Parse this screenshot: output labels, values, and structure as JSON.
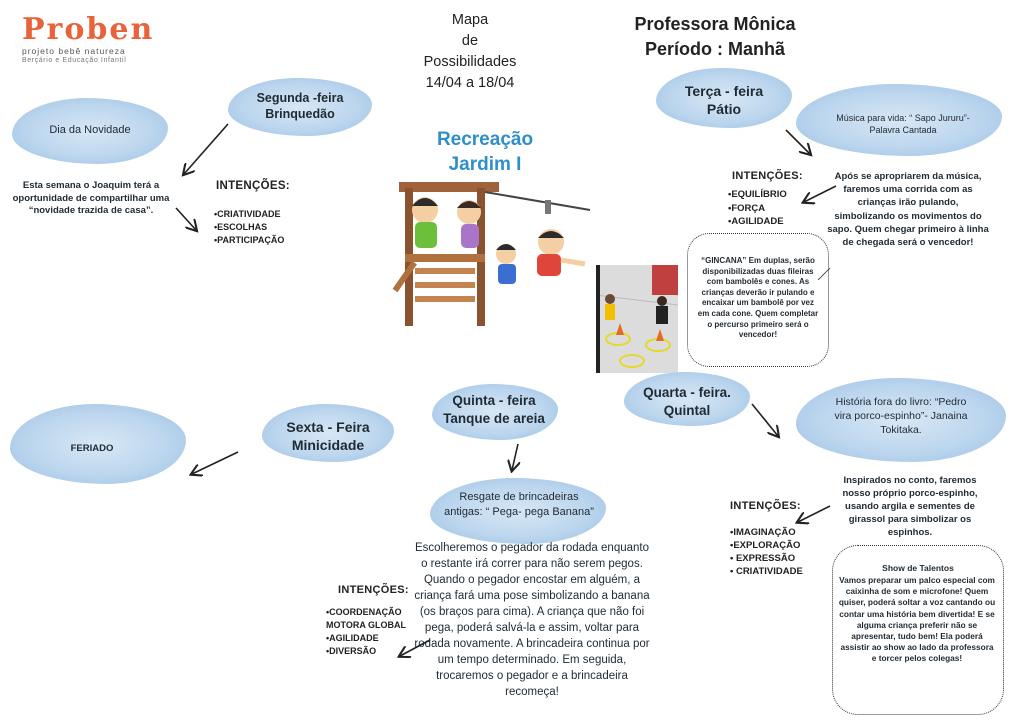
{
  "logo": {
    "title": "Proben",
    "subtitle": "projeto bebê natureza",
    "tagline": "Berçário e Educação Infantil"
  },
  "header": {
    "map_title_lines": [
      "Mapa",
      "de",
      "Possibilidades",
      "14/04 a 18/04"
    ],
    "teacher_line1": "Professora Mônica",
    "teacher_line2": "Período : Manhã"
  },
  "center": {
    "title_line1": "Recreação",
    "title_line2": "Jardim I"
  },
  "monday": {
    "day_line1": "Segunda -feira",
    "day_line2": "Brinquedão",
    "activity": "Dia da Novidade",
    "description": "Esta semana o Joaquim terá a oportunidade de compartilhar uma “novidade trazida de casa”.",
    "intentions_title": "INTENÇÕES:",
    "intentions": [
      "•CRIATIVIDADE",
      "•ESCOLHAS",
      "•PARTICIPAÇÃO"
    ]
  },
  "tuesday": {
    "day_line1": "Terça - feira",
    "day_line2": "Pátio",
    "activity": "Música para vida: “ Sapo Jururu”- Palavra Cantada",
    "description": "Após se apropriarem da música, faremos uma corrida com as crianças irão pulando, simbolizando os movimentos do sapo. Quem chegar primeiro à linha de chegada será o vencedor!",
    "intentions_title": "INTENÇÕES:",
    "intentions": [
      "•EQUILÍBRIO",
      "•FORÇA",
      "•AGILIDADE"
    ],
    "gincana": "“GINCANA” Em duplas, serão disponibilizadas duas fileiras com bambolês e cones. As crianças deverão ir pulando e encaixar um bambolê por vez em cada cone. Quem completar o percurso primeiro será o vencedor!"
  },
  "wednesday": {
    "day_line1": "Quarta - feira.",
    "day_line2": "Quintal",
    "activity": "História fora do livro: “Pedro vira porco-espinho”- Janaina Tokitaka.",
    "description": "Inspirados no conto, faremos nosso próprio porco-espinho, usando argila e sementes de girassol para simbolizar os espinhos.",
    "intentions_title": "INTENÇÕES:",
    "intentions": [
      "•IMAGINAÇÃO",
      "•EXPLORAÇÃO",
      "• EXPRESSÃO",
      "• CRIATIVIDADE"
    ],
    "show_title": "Show de Talentos",
    "show_text": "Vamos preparar um palco especial com caixinha de som e microfone! Quem quiser, poderá soltar a voz cantando ou contar uma história bem divertida! E se alguma criança preferir não se apresentar, tudo bem! Ela poderá assistir ao show ao lado da professora e torcer pelos colegas!"
  },
  "thursday": {
    "day_line1": "Quinta - feira",
    "day_line2": "Tanque de areia",
    "activity": "Resgate de brincadeiras antigas: “ Pega- pega Banana”",
    "description": "Escolheremos o pegador da rodada enquanto o restante irá correr para não serem pegos. Quando o pegador encostar em alguém, a criança fará uma pose simbolizando a banana (os braços para cima). A criança que não foi pega, poderá salvá-la e assim, voltar para rodada novamente. A brincadeira continua por um tempo determinado. Em seguida, trocaremos o pegador e a brincadeira recomeça!",
    "intentions_title": "INTENÇÕES:",
    "intentions": [
      "•COORDENAÇÃO MOTORA GLOBAL",
      "•AGILIDADE",
      "•DIVERSÃO"
    ]
  },
  "friday": {
    "day_line1": "Sexta - Feira",
    "day_line2": "Minicidade",
    "activity": "FERIADO"
  },
  "colors": {
    "title_blue": "#2f8fc9",
    "cloud": "#bcd6ee",
    "logo_orange": "#e8633a",
    "logo_green": "#7cb342"
  }
}
